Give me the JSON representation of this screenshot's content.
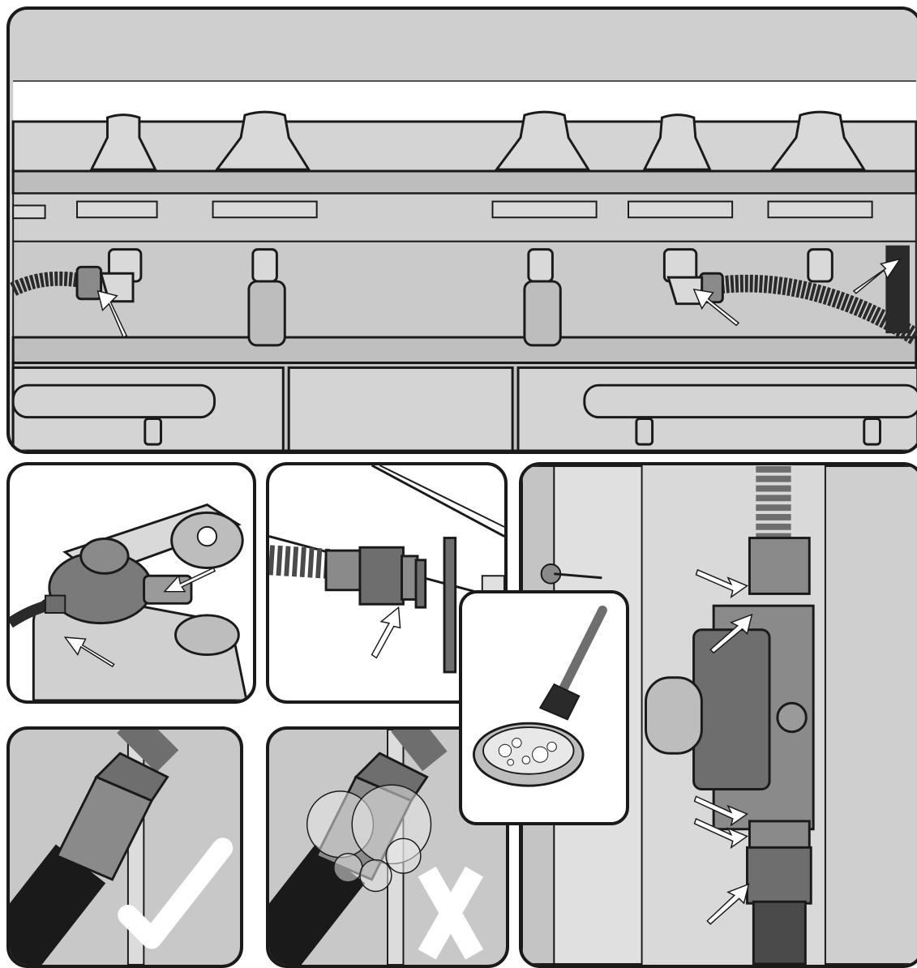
{
  "illustration": {
    "panels": [
      {
        "id": "top",
        "name": "hob-underside-gas-connections"
      },
      {
        "id": "reg",
        "name": "gas-bottle-regulator"
      },
      {
        "id": "hose",
        "name": "hose-connection-detail"
      },
      {
        "id": "side",
        "name": "side-gas-inlet-detail"
      },
      {
        "id": "ok",
        "name": "no-leak-check"
      },
      {
        "id": "bad",
        "name": "leak-bubbles-check"
      },
      {
        "id": "soap",
        "name": "soapy-water-brush-inset"
      }
    ],
    "symbols": {
      "correct": "check-mark-icon",
      "incorrect": "cross-mark-icon",
      "pointer": "arrow-icon"
    },
    "colors": {
      "outline": "#1a1a1a",
      "metal_light": "#d9d9d9",
      "metal_mid": "#a8a8a8",
      "metal_dark": "#6e6e6e",
      "hose": "#2a2a2a",
      "arrow": "#ffffff"
    }
  }
}
